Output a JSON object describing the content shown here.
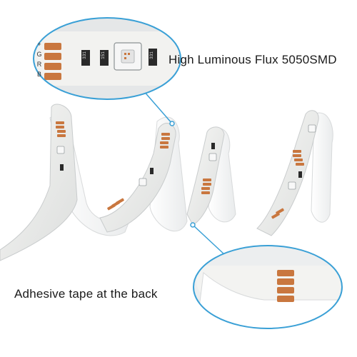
{
  "captions": {
    "top": "High Luminous Flux 5050SMD",
    "bottom": "Adhesive tape at the back"
  },
  "strip_pin_labels": [
    "+",
    "G",
    "R",
    "B"
  ],
  "resistor_labels": [
    "331",
    "151",
    "331"
  ],
  "colors": {
    "accent": "#3aa0d6",
    "copper_pad": "#c9773f",
    "strip": "#f1f1ef",
    "strip_shadow": "#cfd2d3",
    "led_chip": "#f4f4f4",
    "resistor": "#2a2a2a",
    "adhesive_back": "#ffffff"
  },
  "icons": {
    "zoom_top": "led-chip-closeup",
    "zoom_bottom": "adhesive-back-closeup"
  }
}
